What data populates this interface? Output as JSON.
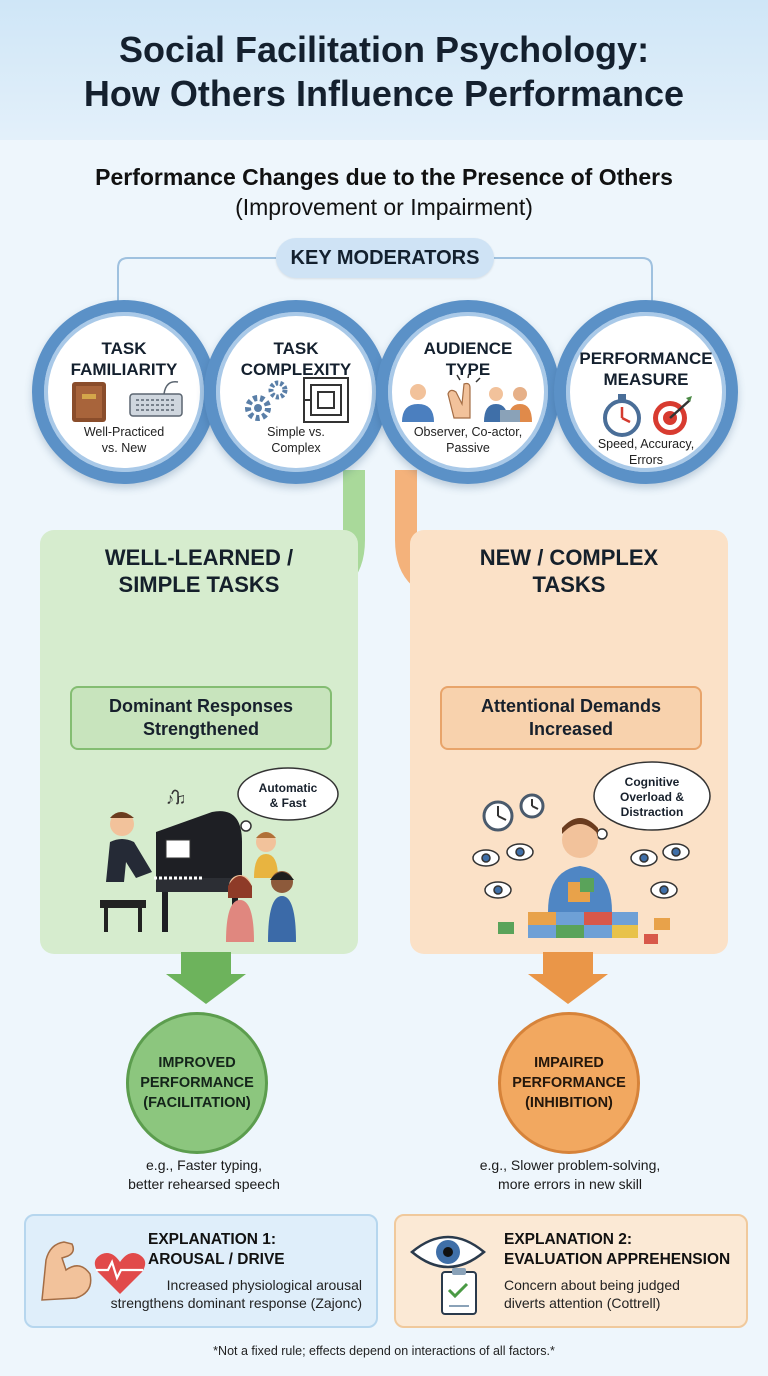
{
  "header": {
    "title_line1": "Social Facilitation Psychology:",
    "title_line2": "How Others Influence Performance"
  },
  "subtitle": {
    "main": "Performance Changes due to the Presence of Others",
    "paren": "(Improvement or Impairment)"
  },
  "moderators": {
    "label": "KEY MODERATORS",
    "items": [
      {
        "title_line1": "TASK",
        "title_line2": "FAMILIARITY",
        "desc_line1": "Well-Practiced",
        "desc_line2": "vs. New",
        "icons": [
          "book-icon",
          "keyboard-icon"
        ]
      },
      {
        "title_line1": "TASK",
        "title_line2": "COMPLEXITY",
        "desc_line1": "Simple vs.",
        "desc_line2": "Complex",
        "icons": [
          "gears-icon",
          "maze-icon"
        ]
      },
      {
        "title_line1": "AUDIENCE",
        "title_line2": "TYPE",
        "desc_line1": "Observer, Co-actor,",
        "desc_line2": "Passive",
        "icons": [
          "person-icon",
          "clapping-hands-icon",
          "coworkers-icon"
        ]
      },
      {
        "title_line1": "PERFORMANCE",
        "title_line2": "MEASURE",
        "desc_line1": "Speed, Accuracy,",
        "desc_line2": "Errors",
        "icons": [
          "stopwatch-icon",
          "target-icon"
        ]
      }
    ]
  },
  "simple_path": {
    "title_line1": "WELL-LEARNED /",
    "title_line2": "SIMPLE TASKS",
    "response_line1": "Dominant Responses",
    "response_line2": "Strengthened",
    "thought_line1": "Automatic",
    "thought_line2": "& Fast",
    "outcome_line1": "IMPROVED",
    "outcome_line2": "PERFORMANCE",
    "outcome_line3": "(FACILITATION)",
    "example_line1": "e.g., Faster typing,",
    "example_line2": "better rehearsed speech",
    "color": "#8cc67e"
  },
  "complex_path": {
    "title_line1": "NEW / COMPLEX",
    "title_line2": "TASKS",
    "response_line1": "Attentional Demands",
    "response_line2": "Increased",
    "thought_line1": "Cognitive",
    "thought_line2": "Overload &",
    "thought_line3": "Distraction",
    "outcome_line1": "IMPAIRED",
    "outcome_line2": "PERFORMANCE",
    "outcome_line3": "(INHIBITION)",
    "example_line1": "e.g., Slower problem-solving,",
    "example_line2": "more errors in new skill",
    "color": "#f2a860"
  },
  "explanations": [
    {
      "title_line1": "EXPLANATION 1:",
      "title_line2": "AROUSAL / DRIVE",
      "body_line1": "Increased physiological arousal",
      "body_line2": "strengthens dominant response (Zajonc)",
      "icons": [
        "flexed-arm-icon",
        "heart-pulse-icon"
      ]
    },
    {
      "title_line1": "EXPLANATION 2:",
      "title_line2": "EVALUATION APPREHENSION",
      "body_line1": "Concern about being judged",
      "body_line2": "diverts attention (Cottrell)",
      "icons": [
        "eye-icon",
        "clipboard-check-icon"
      ]
    }
  ],
  "footnote": "*Not a fixed rule; effects depend on interactions of all factors.*"
}
